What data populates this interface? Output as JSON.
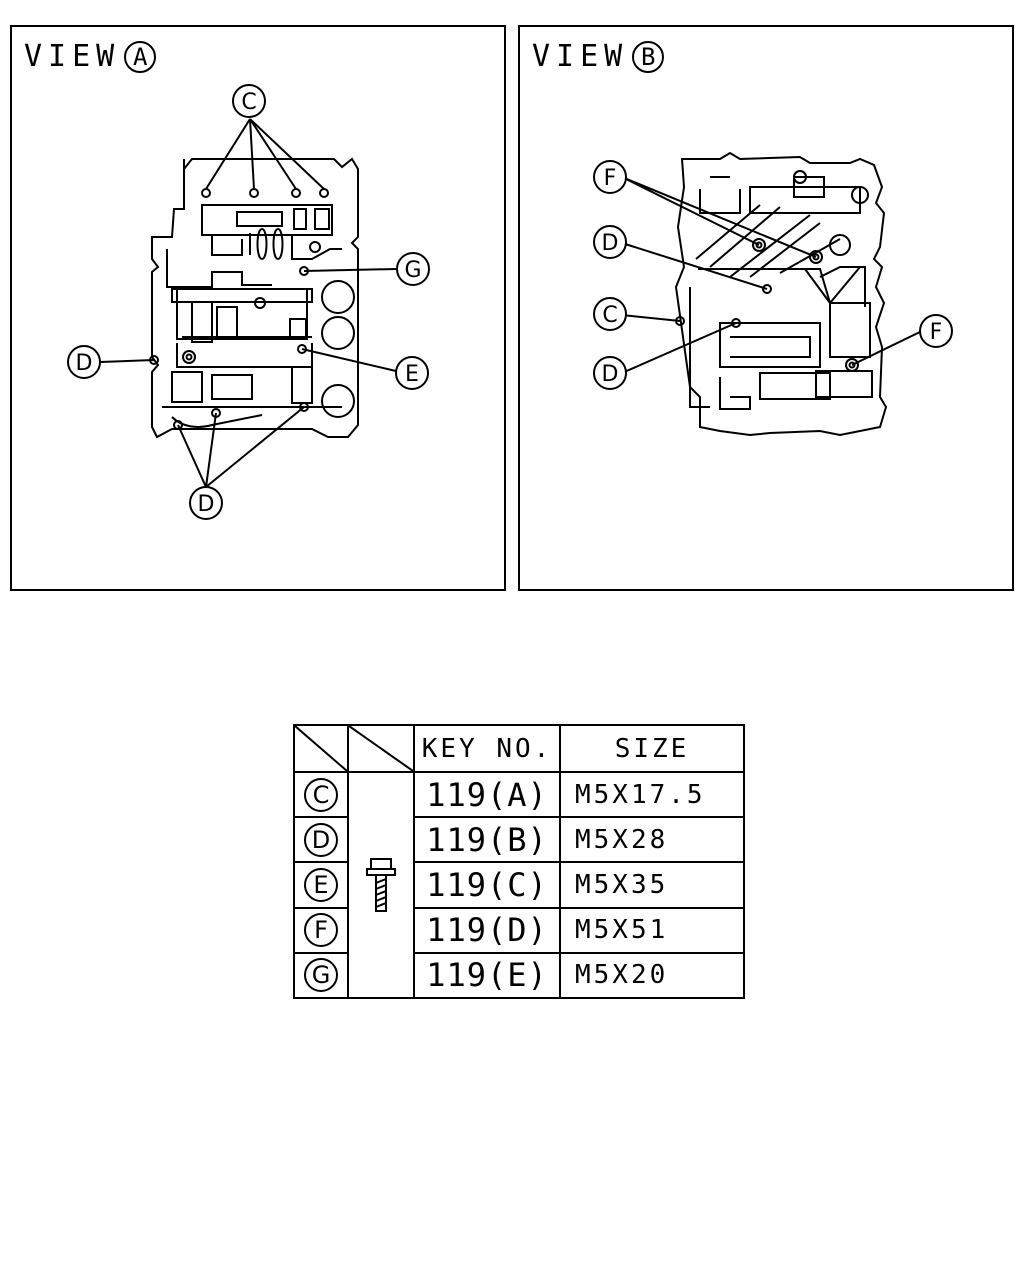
{
  "view_a": {
    "title": "VIEW",
    "letter": "A",
    "callouts": [
      "C",
      "G",
      "D",
      "E",
      "D"
    ]
  },
  "view_b": {
    "title": "VIEW",
    "letter": "B",
    "callouts": [
      "F",
      "D",
      "C",
      "D",
      "F"
    ]
  },
  "table": {
    "headers": {
      "key": "KEY NO.",
      "size": "SIZE"
    },
    "icon": "bolt-icon",
    "rows": [
      {
        "code": "C",
        "key": "119(A)",
        "size": "M5X17.5"
      },
      {
        "code": "D",
        "key": "119(B)",
        "size": "M5X28"
      },
      {
        "code": "E",
        "key": "119(C)",
        "size": "M5X35"
      },
      {
        "code": "F",
        "key": "119(D)",
        "size": "M5X51"
      },
      {
        "code": "G",
        "key": "119(E)",
        "size": "M5X20"
      }
    ]
  }
}
